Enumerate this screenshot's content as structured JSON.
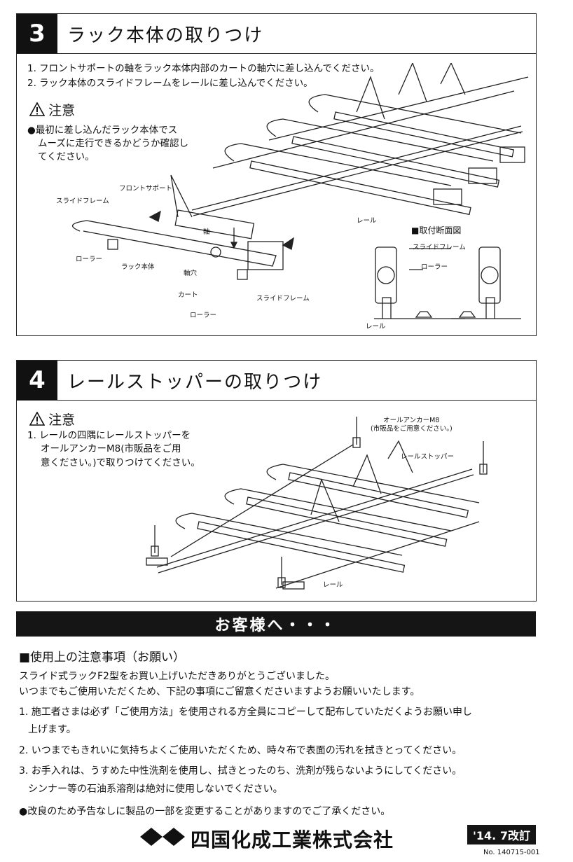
{
  "section3": {
    "number": "3",
    "title": "ラック本体の取りつけ",
    "step1": "1. フロントサポートの軸をラック本体内部のカートの軸穴に差し込んでください。",
    "step2": "2. ラック本体のスライドフレームをレールに差し込んでください。",
    "caution_title": "注意",
    "caution_line1": "●最初に差し込んだラック本体でス",
    "caution_line2": "ムーズに走行できるかどうか確認し",
    "caution_line3": "てください。",
    "labels": {
      "front_support": "フロントサポート",
      "slide_frame": "スライドフレーム",
      "roller": "ローラー",
      "rack_body": "ラック本体",
      "shaft": "軸",
      "shaft_hole": "軸穴",
      "cart": "カート",
      "slide_frame2": "スライドフレーム",
      "roller2": "ローラー",
      "rail": "レール",
      "section_view_title": "■取付断面図",
      "sv_slide_frame": "スライドフレーム",
      "sv_roller": "ローラー",
      "sv_rail": "レール"
    }
  },
  "section4": {
    "number": "4",
    "title": "レールストッパーの取りつけ",
    "caution_title": "注意",
    "line1": "1. レールの四隅にレールストッパーを",
    "line2": "オールアンカーM8(市販品をご用",
    "line3": "意ください。)で取りつけてください。",
    "labels": {
      "anchor": "オールアンカーM8",
      "anchor_note": "(市販品をご用意ください。)",
      "stopper": "レールストッパー",
      "rail": "レール"
    }
  },
  "customer": {
    "banner": "お客様へ・・・",
    "subhead": "■使用上の注意事項（お願い）",
    "intro1": "スライド式ラックF2型をお買い上げいただきありがとうございました。",
    "intro2": "いつまでもご使用いただくため、下記の事項にご留意くださいますようお願いいたします。",
    "item1a": "1. 施工者さまは必ず「ご使用方法」を使用される方全員にコピーして配布していただくようお願い申し",
    "item1b": "上げます。",
    "item2": "2. いつまでもきれいに気持ちよくご使用いただくため、時々布で表面の汚れを拭きとってください。",
    "item3a": "3. お手入れは、うすめた中性洗剤を使用し、拭きとったのち、洗剤が残らないようにしてください。",
    "item3b": "シンナー等の石油系溶剤は絶対に使用しないでください。",
    "notice": "●改良のため予告なしに製品の一部を変更することがありますのでご了承ください。"
  },
  "footer": {
    "company": "四国化成工業株式会社",
    "revision": "'14. 7改訂",
    "doc_no": "No. 140715-001"
  },
  "icons": {
    "caution": "warning-triangle-icon",
    "logo": "diamond-logo-icon"
  }
}
